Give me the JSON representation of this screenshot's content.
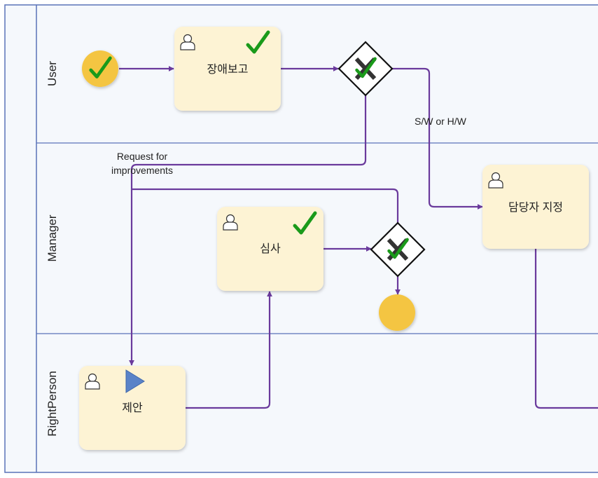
{
  "lanes": [
    {
      "label": "User"
    },
    {
      "label": "Manager"
    },
    {
      "label": "RightPerson"
    }
  ],
  "tasks": {
    "report": {
      "label": "장애보고",
      "completed": true
    },
    "review": {
      "label": "심사",
      "completed": true
    },
    "assign": {
      "label": "담당자 지정",
      "completed": false
    },
    "propose": {
      "label": "제안",
      "completed": false,
      "active": true
    }
  },
  "gateways": {
    "g1": {
      "type": "exclusive",
      "completed": true
    },
    "g2": {
      "type": "exclusive",
      "completed": true
    }
  },
  "events": {
    "start": {
      "type": "start",
      "completed": true
    },
    "end": {
      "type": "end",
      "completed": false
    }
  },
  "flows": {
    "sw_hw_label": "S/W or H/W",
    "request_line1": "Request for",
    "request_line2": "improvements"
  },
  "colors": {
    "lane_border": "#5a72b8",
    "lane_fill": "#f5f8fc",
    "task_fill": "#fdf3d4",
    "flow": "#6a3a9c",
    "event_fill": "#f4c542",
    "check": "#1a9a1a",
    "active_marker": "#5a83c8"
  },
  "icons": {
    "user_task": "user-icon",
    "completed": "checkmark-icon",
    "active": "play-triangle-icon",
    "gateway": "x-icon"
  }
}
